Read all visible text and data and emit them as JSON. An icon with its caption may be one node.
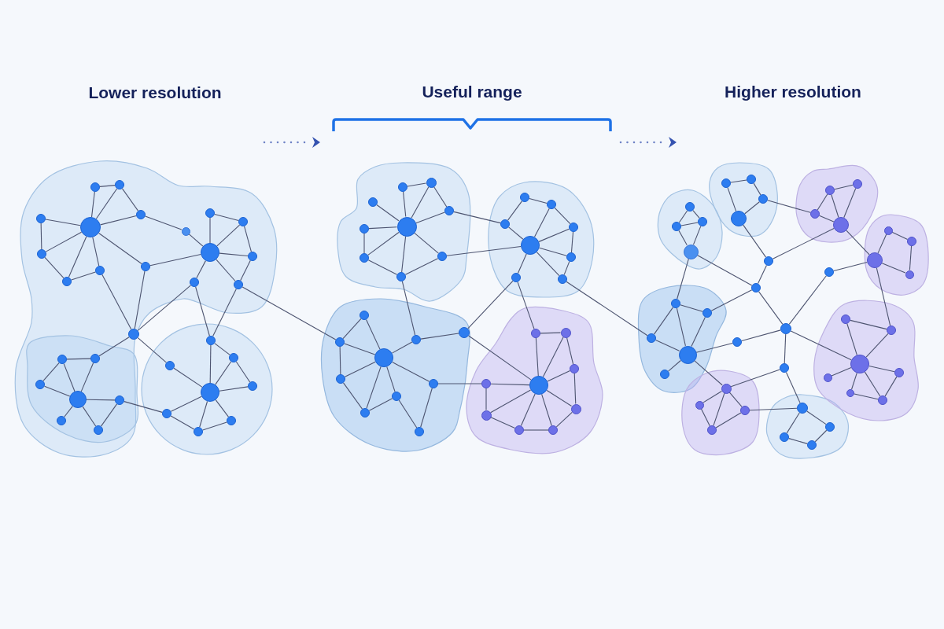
{
  "diagram": {
    "labels": [
      "Lower resolution",
      "Useful range",
      "Higher resolution"
    ],
    "nodes": [
      {
        "text": [],
        "shape": "circle"
      },
      {
        "text": [],
        "shape": "circle"
      },
      {
        "text": [],
        "shape": "circle"
      },
      {
        "text": [],
        "shape": "circle"
      },
      {
        "text": [],
        "shape": "circle"
      },
      {
        "text": [],
        "shape": "circle"
      },
      {
        "text": [],
        "shape": "circle"
      },
      {
        "text": [],
        "shape": "circle"
      },
      {
        "text": [],
        "shape": "circle"
      },
      {
        "text": [],
        "shape": "circle"
      },
      {
        "text": [],
        "shape": "circle"
      },
      {
        "text": [],
        "shape": "circle"
      },
      {
        "text": [],
        "shape": "circle"
      },
      {
        "text": [],
        "shape": "circle"
      },
      {
        "text": [],
        "shape": "circle"
      },
      {
        "text": [],
        "shape": "circle"
      },
      {
        "text": [],
        "shape": "circle"
      },
      {
        "text": [],
        "shape": "circle"
      },
      {
        "text": [],
        "shape": "circle"
      },
      {
        "text": [],
        "shape": "circle"
      },
      {
        "text": [],
        "shape": "circle"
      },
      {
        "text": [],
        "shape": "circle"
      },
      {
        "text": [],
        "shape": "circle"
      },
      {
        "text": [],
        "shape": "circle"
      },
      {
        "text": [],
        "shape": "circle"
      },
      {
        "text": [],
        "shape": "circle"
      },
      {
        "text": [],
        "shape": "circle"
      },
      {
        "text": [],
        "shape": "circle"
      },
      {
        "text": [],
        "shape": "circle"
      },
      {
        "text": [],
        "shape": "circle"
      },
      {
        "text": [],
        "shape": "circle"
      },
      {
        "text": [],
        "shape": "circle"
      },
      {
        "text": [],
        "shape": "circle"
      },
      {
        "text": [],
        "shape": "circle"
      },
      {
        "text": [],
        "shape": "circle"
      },
      {
        "text": [],
        "shape": "circle"
      },
      {
        "text": [],
        "shape": "circle"
      },
      {
        "text": [],
        "shape": "circle"
      },
      {
        "text": [],
        "shape": "circle"
      },
      {
        "text": [],
        "shape": "circle"
      },
      {
        "text": [],
        "shape": "circle"
      },
      {
        "text": [],
        "shape": "circle"
      },
      {
        "text": [],
        "shape": "circle"
      },
      {
        "text": [],
        "shape": "circle"
      },
      {
        "text": [],
        "shape": "circle"
      },
      {
        "text": [],
        "shape": "circle"
      },
      {
        "text": [],
        "shape": "circle"
      },
      {
        "text": [],
        "shape": "circle"
      },
      {
        "text": [],
        "shape": "circle"
      },
      {
        "text": [],
        "shape": "circle"
      },
      {
        "text": [],
        "shape": "circle"
      },
      {
        "text": [],
        "shape": "circle"
      },
      {
        "text": [],
        "shape": "circle"
      },
      {
        "text": [],
        "shape": "circle"
      },
      {
        "text": [],
        "shape": "circle"
      },
      {
        "text": [],
        "shape": "circle"
      },
      {
        "text": [],
        "shape": "circle"
      },
      {
        "text": [],
        "shape": "circle"
      },
      {
        "text": [],
        "shape": "circle"
      },
      {
        "text": [],
        "shape": "circle"
      },
      {
        "text": [],
        "shape": "circle"
      },
      {
        "text": [],
        "shape": "circle"
      },
      {
        "text": [],
        "shape": "circle"
      },
      {
        "text": [],
        "shape": "circle"
      },
      {
        "text": [],
        "shape": "circle"
      },
      {
        "text": [],
        "shape": "circle"
      },
      {
        "text": [],
        "shape": "circle"
      },
      {
        "text": [],
        "shape": "circle"
      },
      {
        "text": [],
        "shape": "circle"
      },
      {
        "text": [],
        "shape": "circle"
      },
      {
        "text": [],
        "shape": "circle"
      },
      {
        "text": [],
        "shape": "circle"
      },
      {
        "text": [],
        "shape": "circle"
      },
      {
        "text": [],
        "shape": "circle"
      },
      {
        "text": [],
        "shape": "circle"
      },
      {
        "text": [],
        "shape": "circle"
      },
      {
        "text": [],
        "shape": "circle"
      },
      {
        "text": [],
        "shape": "circle"
      },
      {
        "text": [],
        "shape": "circle"
      },
      {
        "text": [],
        "shape": "circle"
      },
      {
        "text": [],
        "shape": "circle"
      },
      {
        "text": [],
        "shape": "circle"
      },
      {
        "text": [],
        "shape": "circle"
      },
      {
        "text": [],
        "shape": "circle"
      },
      {
        "text": [],
        "shape": "circle"
      },
      {
        "text": [],
        "shape": "circle"
      },
      {
        "text": [],
        "shape": "circle"
      },
      {
        "text": [],
        "shape": "circle"
      },
      {
        "text": [],
        "shape": "circle"
      },
      {
        "text": [],
        "shape": "circle"
      },
      {
        "text": [],
        "shape": "circle"
      },
      {
        "text": [],
        "shape": "circle"
      },
      {
        "text": [],
        "shape": "circle"
      },
      {
        "text": [],
        "shape": "circle"
      },
      {
        "text": [],
        "shape": "circle"
      },
      {
        "text": [],
        "shape": "circle"
      },
      {
        "text": [],
        "shape": "circle"
      },
      {
        "text": [],
        "shape": "circle"
      },
      {
        "text": [],
        "shape": "circle"
      },
      {
        "text": [],
        "shape": "circle"
      },
      {
        "text": [],
        "shape": "circle"
      },
      {
        "text": [],
        "shape": "circle"
      },
      {
        "text": [],
        "shape": "circle"
      },
      {
        "text": [],
        "shape": "circle"
      },
      {
        "text": [],
        "shape": "circle"
      },
      {
        "text": [],
        "shape": "circle"
      },
      {
        "text": [],
        "shape": "circle"
      },
      {
        "text": [],
        "shape": "circle"
      },
      {
        "text": [],
        "shape": "circle"
      },
      {
        "text": [],
        "shape": "circle"
      }
    ],
    "edges": [
      {
        "from": 1,
        "to": 2,
        "arrow": "none"
      },
      {
        "from": 1,
        "to": 0,
        "arrow": "none"
      },
      {
        "from": 2,
        "to": 0,
        "arrow": "none"
      },
      {
        "from": 2,
        "to": 3,
        "arrow": "none"
      },
      {
        "from": 0,
        "to": 3,
        "arrow": "none"
      },
      {
        "from": 3,
        "to": 8,
        "arrow": "none"
      },
      {
        "from": 0,
        "to": 4,
        "arrow": "none"
      },
      {
        "from": 4,
        "to": 5,
        "arrow": "none"
      },
      {
        "from": 5,
        "to": 0,
        "arrow": "none"
      },
      {
        "from": 5,
        "to": 6,
        "arrow": "none"
      },
      {
        "from": 6,
        "to": 0,
        "arrow": "none"
      },
      {
        "from": 6,
        "to": 7,
        "arrow": "none"
      },
      {
        "from": 7,
        "to": 0,
        "arrow": "none"
      },
      {
        "from": 0,
        "to": 15,
        "arrow": "none"
      },
      {
        "from": 7,
        "to": 16,
        "arrow": "none"
      },
      {
        "from": 15,
        "to": 16,
        "arrow": "none"
      },
      {
        "from": 15,
        "to": 9,
        "arrow": "none"
      },
      {
        "from": 8,
        "to": 9,
        "arrow": "none"
      },
      {
        "from": 9,
        "to": 10,
        "arrow": "none"
      },
      {
        "from": 10,
        "to": 11,
        "arrow": "none"
      },
      {
        "from": 11,
        "to": 9,
        "arrow": "none"
      },
      {
        "from": 11,
        "to": 12,
        "arrow": "none"
      },
      {
        "from": 9,
        "to": 12,
        "arrow": "none"
      },
      {
        "from": 12,
        "to": 13,
        "arrow": "none"
      },
      {
        "from": 9,
        "to": 13,
        "arrow": "none"
      },
      {
        "from": 9,
        "to": 14,
        "arrow": "none"
      },
      {
        "from": 14,
        "to": 16,
        "arrow": "none"
      },
      {
        "from": 14,
        "to": 24,
        "arrow": "none"
      },
      {
        "from": 13,
        "to": 24,
        "arrow": "none"
      },
      {
        "from": 16,
        "to": 17,
        "arrow": "none"
      },
      {
        "from": 17,
        "to": 18,
        "arrow": "none"
      },
      {
        "from": 18,
        "to": 19,
        "arrow": "none"
      },
      {
        "from": 19,
        "to": 20,
        "arrow": "none"
      },
      {
        "from": 18,
        "to": 20,
        "arrow": "none"
      },
      {
        "from": 17,
        "to": 20,
        "arrow": "none"
      },
      {
        "from": 20,
        "to": 21,
        "arrow": "none"
      },
      {
        "from": 20,
        "to": 22,
        "arrow": "none"
      },
      {
        "from": 20,
        "to": 23,
        "arrow": "none"
      },
      {
        "from": 23,
        "to": 21,
        "arrow": "none"
      },
      {
        "from": 21,
        "to": 29,
        "arrow": "none"
      },
      {
        "from": 16,
        "to": 28,
        "arrow": "none"
      },
      {
        "from": 28,
        "to": 27,
        "arrow": "none"
      },
      {
        "from": 24,
        "to": 27,
        "arrow": "none"
      },
      {
        "from": 24,
        "to": 25,
        "arrow": "none"
      },
      {
        "from": 25,
        "to": 27,
        "arrow": "none"
      },
      {
        "from": 25,
        "to": 26,
        "arrow": "none"
      },
      {
        "from": 26,
        "to": 27,
        "arrow": "none"
      },
      {
        "from": 27,
        "to": 29,
        "arrow": "none"
      },
      {
        "from": 27,
        "to": 30,
        "arrow": "none"
      },
      {
        "from": 27,
        "to": 31,
        "arrow": "none"
      },
      {
        "from": 29,
        "to": 30,
        "arrow": "none"
      },
      {
        "from": 30,
        "to": 31,
        "arrow": "none"
      },
      {
        "from": 13,
        "to": 52,
        "arrow": "none"
      },
      {
        "from": 33,
        "to": 34,
        "arrow": "none"
      },
      {
        "from": 33,
        "to": 32,
        "arrow": "none"
      },
      {
        "from": 34,
        "to": 32,
        "arrow": "none"
      },
      {
        "from": 34,
        "to": 35,
        "arrow": "none"
      },
      {
        "from": 35,
        "to": 32,
        "arrow": "none"
      },
      {
        "from": 36,
        "to": 32,
        "arrow": "none"
      },
      {
        "from": 37,
        "to": 32,
        "arrow": "none"
      },
      {
        "from": 37,
        "to": 38,
        "arrow": "none"
      },
      {
        "from": 38,
        "to": 39,
        "arrow": "none"
      },
      {
        "from": 32,
        "to": 39,
        "arrow": "none"
      },
      {
        "from": 32,
        "to": 40,
        "arrow": "none"
      },
      {
        "from": 40,
        "to": 39,
        "arrow": "none"
      },
      {
        "from": 35,
        "to": 44,
        "arrow": "none"
      },
      {
        "from": 40,
        "to": 41,
        "arrow": "none"
      },
      {
        "from": 42,
        "to": 44,
        "arrow": "none"
      },
      {
        "from": 42,
        "to": 43,
        "arrow": "none"
      },
      {
        "from": 43,
        "to": 41,
        "arrow": "none"
      },
      {
        "from": 43,
        "to": 45,
        "arrow": "none"
      },
      {
        "from": 41,
        "to": 45,
        "arrow": "none"
      },
      {
        "from": 41,
        "to": 46,
        "arrow": "none"
      },
      {
        "from": 45,
        "to": 46,
        "arrow": "none"
      },
      {
        "from": 46,
        "to": 47,
        "arrow": "none"
      },
      {
        "from": 41,
        "to": 47,
        "arrow": "none"
      },
      {
        "from": 41,
        "to": 48,
        "arrow": "none"
      },
      {
        "from": 44,
        "to": 41,
        "arrow": "none"
      },
      {
        "from": 48,
        "to": 60,
        "arrow": "none"
      },
      {
        "from": 49,
        "to": 48,
        "arrow": "none"
      },
      {
        "from": 49,
        "to": 58,
        "arrow": "none"
      },
      {
        "from": 49,
        "to": 59,
        "arrow": "none"
      },
      {
        "from": 39,
        "to": 58,
        "arrow": "none"
      },
      {
        "from": 58,
        "to": 50,
        "arrow": "none"
      },
      {
        "from": 50,
        "to": 51,
        "arrow": "none"
      },
      {
        "from": 51,
        "to": 52,
        "arrow": "none"
      },
      {
        "from": 52,
        "to": 50,
        "arrow": "none"
      },
      {
        "from": 52,
        "to": 53,
        "arrow": "none"
      },
      {
        "from": 53,
        "to": 50,
        "arrow": "none"
      },
      {
        "from": 53,
        "to": 54,
        "arrow": "none"
      },
      {
        "from": 54,
        "to": 50,
        "arrow": "none"
      },
      {
        "from": 54,
        "to": 55,
        "arrow": "none"
      },
      {
        "from": 55,
        "to": 50,
        "arrow": "none"
      },
      {
        "from": 55,
        "to": 56,
        "arrow": "none"
      },
      {
        "from": 57,
        "to": 56,
        "arrow": "none"
      },
      {
        "from": 50,
        "to": 57,
        "arrow": "none"
      },
      {
        "from": 57,
        "to": 67,
        "arrow": "none"
      },
      {
        "from": 59,
        "to": 67,
        "arrow": "none"
      },
      {
        "from": 67,
        "to": 66,
        "arrow": "none"
      },
      {
        "from": 66,
        "to": 59,
        "arrow": "none"
      },
      {
        "from": 66,
        "to": 65,
        "arrow": "none"
      },
      {
        "from": 65,
        "to": 59,
        "arrow": "none"
      },
      {
        "from": 65,
        "to": 64,
        "arrow": "none"
      },
      {
        "from": 64,
        "to": 59,
        "arrow": "none"
      },
      {
        "from": 64,
        "to": 63,
        "arrow": "none"
      },
      {
        "from": 63,
        "to": 59,
        "arrow": "none"
      },
      {
        "from": 63,
        "to": 62,
        "arrow": "none"
      },
      {
        "from": 62,
        "to": 59,
        "arrow": "none"
      },
      {
        "from": 62,
        "to": 61,
        "arrow": "none"
      },
      {
        "from": 61,
        "to": 59,
        "arrow": "none"
      },
      {
        "from": 60,
        "to": 61,
        "arrow": "none"
      },
      {
        "from": 60,
        "to": 59,
        "arrow": "none"
      },
      {
        "from": 32,
        "to": 38,
        "arrow": "none"
      },
      {
        "from": 47,
        "to": 92,
        "arrow": "none"
      },
      {
        "from": 68,
        "to": 70,
        "arrow": "none"
      },
      {
        "from": 68,
        "to": 69,
        "arrow": "none"
      },
      {
        "from": 69,
        "to": 70,
        "arrow": "none"
      },
      {
        "from": 69,
        "to": 71,
        "arrow": "none"
      },
      {
        "from": 70,
        "to": 71,
        "arrow": "none"
      },
      {
        "from": 71,
        "to": 85,
        "arrow": "none"
      },
      {
        "from": 72,
        "to": 73,
        "arrow": "none"
      },
      {
        "from": 73,
        "to": 74,
        "arrow": "none"
      },
      {
        "from": 72,
        "to": 75,
        "arrow": "none"
      },
      {
        "from": 74,
        "to": 75,
        "arrow": "none"
      },
      {
        "from": 75,
        "to": 84,
        "arrow": "none"
      },
      {
        "from": 84,
        "to": 85,
        "arrow": "none"
      },
      {
        "from": 76,
        "to": 77,
        "arrow": "none"
      },
      {
        "from": 76,
        "to": 78,
        "arrow": "none"
      },
      {
        "from": 76,
        "to": 79,
        "arrow": "none"
      },
      {
        "from": 77,
        "to": 79,
        "arrow": "none"
      },
      {
        "from": 78,
        "to": 79,
        "arrow": "none"
      },
      {
        "from": 79,
        "to": 82,
        "arrow": "none"
      },
      {
        "from": 82,
        "to": 80,
        "arrow": "none"
      },
      {
        "from": 80,
        "to": 81,
        "arrow": "none"
      },
      {
        "from": 81,
        "to": 83,
        "arrow": "none"
      },
      {
        "from": 82,
        "to": 83,
        "arrow": "none"
      },
      {
        "from": 82,
        "to": 86,
        "arrow": "none"
      },
      {
        "from": 86,
        "to": 87,
        "arrow": "none"
      },
      {
        "from": 82,
        "to": 104,
        "arrow": "none"
      },
      {
        "from": 85,
        "to": 87,
        "arrow": "none"
      },
      {
        "from": 87,
        "to": 88,
        "arrow": "none"
      },
      {
        "from": 88,
        "to": 93,
        "arrow": "none"
      },
      {
        "from": 87,
        "to": 89,
        "arrow": "none"
      },
      {
        "from": 87,
        "to": 105,
        "arrow": "none"
      },
      {
        "from": 89,
        "to": 99,
        "arrow": "none"
      },
      {
        "from": 90,
        "to": 91,
        "arrow": "none"
      },
      {
        "from": 90,
        "to": 92,
        "arrow": "none"
      },
      {
        "from": 90,
        "to": 93,
        "arrow": "none"
      },
      {
        "from": 91,
        "to": 93,
        "arrow": "none"
      },
      {
        "from": 92,
        "to": 93,
        "arrow": "none"
      },
      {
        "from": 93,
        "to": 94,
        "arrow": "none"
      },
      {
        "from": 93,
        "to": 95,
        "arrow": "none"
      },
      {
        "from": 95,
        "to": 96,
        "arrow": "none"
      },
      {
        "from": 95,
        "to": 97,
        "arrow": "none"
      },
      {
        "from": 95,
        "to": 98,
        "arrow": "none"
      },
      {
        "from": 96,
        "to": 98,
        "arrow": "none"
      },
      {
        "from": 97,
        "to": 98,
        "arrow": "none"
      },
      {
        "from": 97,
        "to": 99,
        "arrow": "none"
      },
      {
        "from": 99,
        "to": 100,
        "arrow": "none"
      },
      {
        "from": 99,
        "to": 102,
        "arrow": "none"
      },
      {
        "from": 100,
        "to": 101,
        "arrow": "none"
      },
      {
        "from": 101,
        "to": 102,
        "arrow": "none"
      },
      {
        "from": 103,
        "to": 104,
        "arrow": "none"
      },
      {
        "from": 103,
        "to": 105,
        "arrow": "none"
      },
      {
        "from": 104,
        "to": 105,
        "arrow": "none"
      },
      {
        "from": 105,
        "to": 106,
        "arrow": "none"
      },
      {
        "from": 105,
        "to": 107,
        "arrow": "none"
      },
      {
        "from": 105,
        "to": 108,
        "arrow": "none"
      },
      {
        "from": 105,
        "to": 109,
        "arrow": "none"
      },
      {
        "from": 108,
        "to": 109,
        "arrow": "none"
      },
      {
        "from": 107,
        "to": 109,
        "arrow": "none"
      },
      {
        "from": 74,
        "to": 78,
        "arrow": "none"
      },
      {
        "from": 71,
        "to": 90,
        "arrow": "none"
      },
      {
        "from": 85,
        "to": 91,
        "arrow": "none"
      },
      {
        "from": 89,
        "to": 95,
        "arrow": "none"
      },
      {
        "from": 84,
        "to": 79,
        "arrow": "none"
      }
    ]
  }
}
